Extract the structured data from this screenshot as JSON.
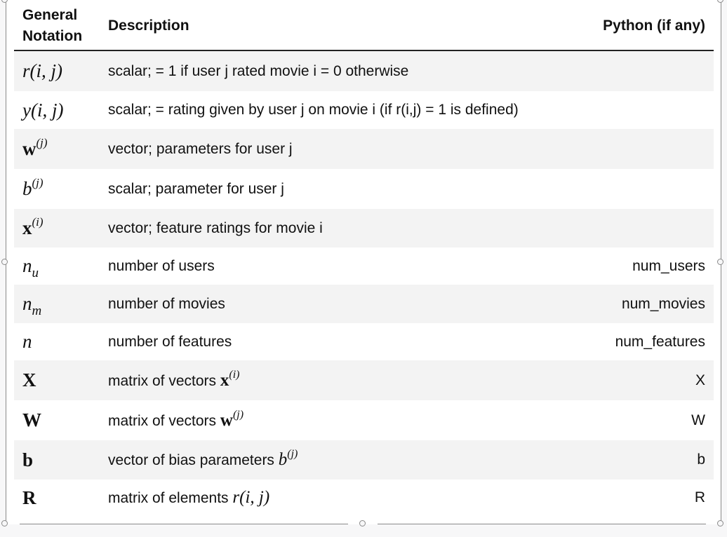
{
  "header": {
    "col1": "General Notation",
    "col1_line1": "General",
    "col1_line2": "Notation",
    "col2": "Description",
    "col3": "Python (if any)"
  },
  "rows": [
    {
      "sym_base": "r",
      "sym_rest": "(i, j)",
      "description": "scalar; = 1 if user j rated movie i = 0 otherwise",
      "python": ""
    },
    {
      "sym_base": "y",
      "sym_rest": "(i, j)",
      "description": "scalar; = rating given by user j on movie i (if r(i,j) = 1 is defined)",
      "python": ""
    },
    {
      "sym_base": "w",
      "sym_sup": "(j)",
      "description": "vector; parameters for user j",
      "python": ""
    },
    {
      "sym_base": "b",
      "sym_sup": "(j)",
      "description": "scalar; parameter for user j",
      "python": ""
    },
    {
      "sym_base": "x",
      "sym_sup": "(i)",
      "description": "vector; feature ratings for movie i",
      "python": ""
    },
    {
      "sym_base": "n",
      "sym_sub": "u",
      "description": "number of users",
      "python": "num_users"
    },
    {
      "sym_base": "n",
      "sym_sub": "m",
      "description": "number of movies",
      "python": "num_movies"
    },
    {
      "sym_base": "n",
      "description": "number of features",
      "python": "num_features"
    },
    {
      "sym_base": "X",
      "description": "matrix of vectors",
      "desc_math_base": "x",
      "desc_math_sup": "(i)",
      "python": "X"
    },
    {
      "sym_base": "W",
      "description": "matrix of vectors",
      "desc_math_base": "w",
      "desc_math_sup": "(j)",
      "python": "W"
    },
    {
      "sym_base": "b",
      "description": "vector of bias parameters",
      "desc_math_base": "b",
      "desc_math_sup": "(j)",
      "python": "b"
    },
    {
      "sym_base": "R",
      "description": "matrix of elements",
      "desc_math_base": "r",
      "desc_math_rest": "(i, j)",
      "python": "R"
    }
  ]
}
